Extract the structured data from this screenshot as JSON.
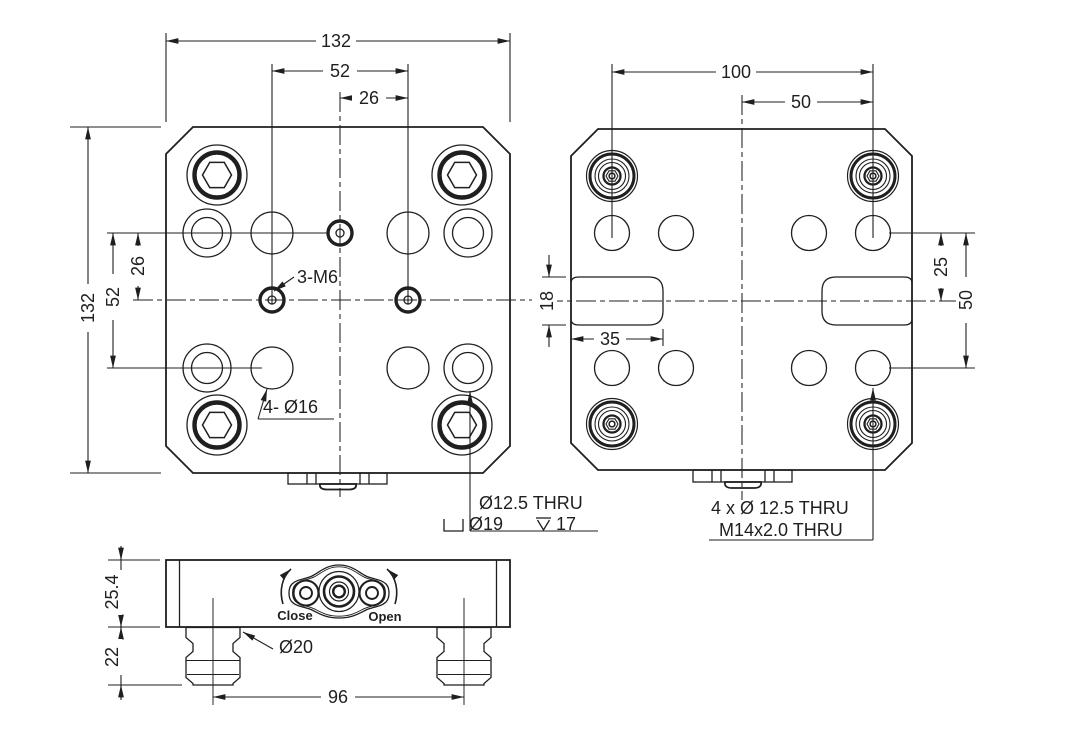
{
  "front_view": {
    "dim_top_total": "132",
    "dim_top_mid": "52",
    "dim_top_inner": "26",
    "dim_left_total": "132",
    "dim_left_mid": "52",
    "dim_left_inner": "26",
    "label_tapped_holes": "3-M6",
    "label_thru_holes": "4- Ø16",
    "note_drill": "Ø12.5 THRU",
    "note_cbore_dia": "Ø19",
    "note_cbore_depth": "17"
  },
  "back_view": {
    "dim_top_total": "100",
    "dim_top_half": "50",
    "dim_right_inner": "25",
    "dim_right_mid": "50",
    "dim_slot_height": "18",
    "dim_slot_length": "35",
    "note_line1": "4 x  Ø 12.5 THRU",
    "note_line2": "M14x2.0 THRU"
  },
  "side_view": {
    "dim_body_height": "25.4",
    "dim_stud_height": "22",
    "dim_stud_spacing": "96",
    "label_stud_dia": "Ø20",
    "label_close": "Close",
    "label_open": "Open"
  }
}
